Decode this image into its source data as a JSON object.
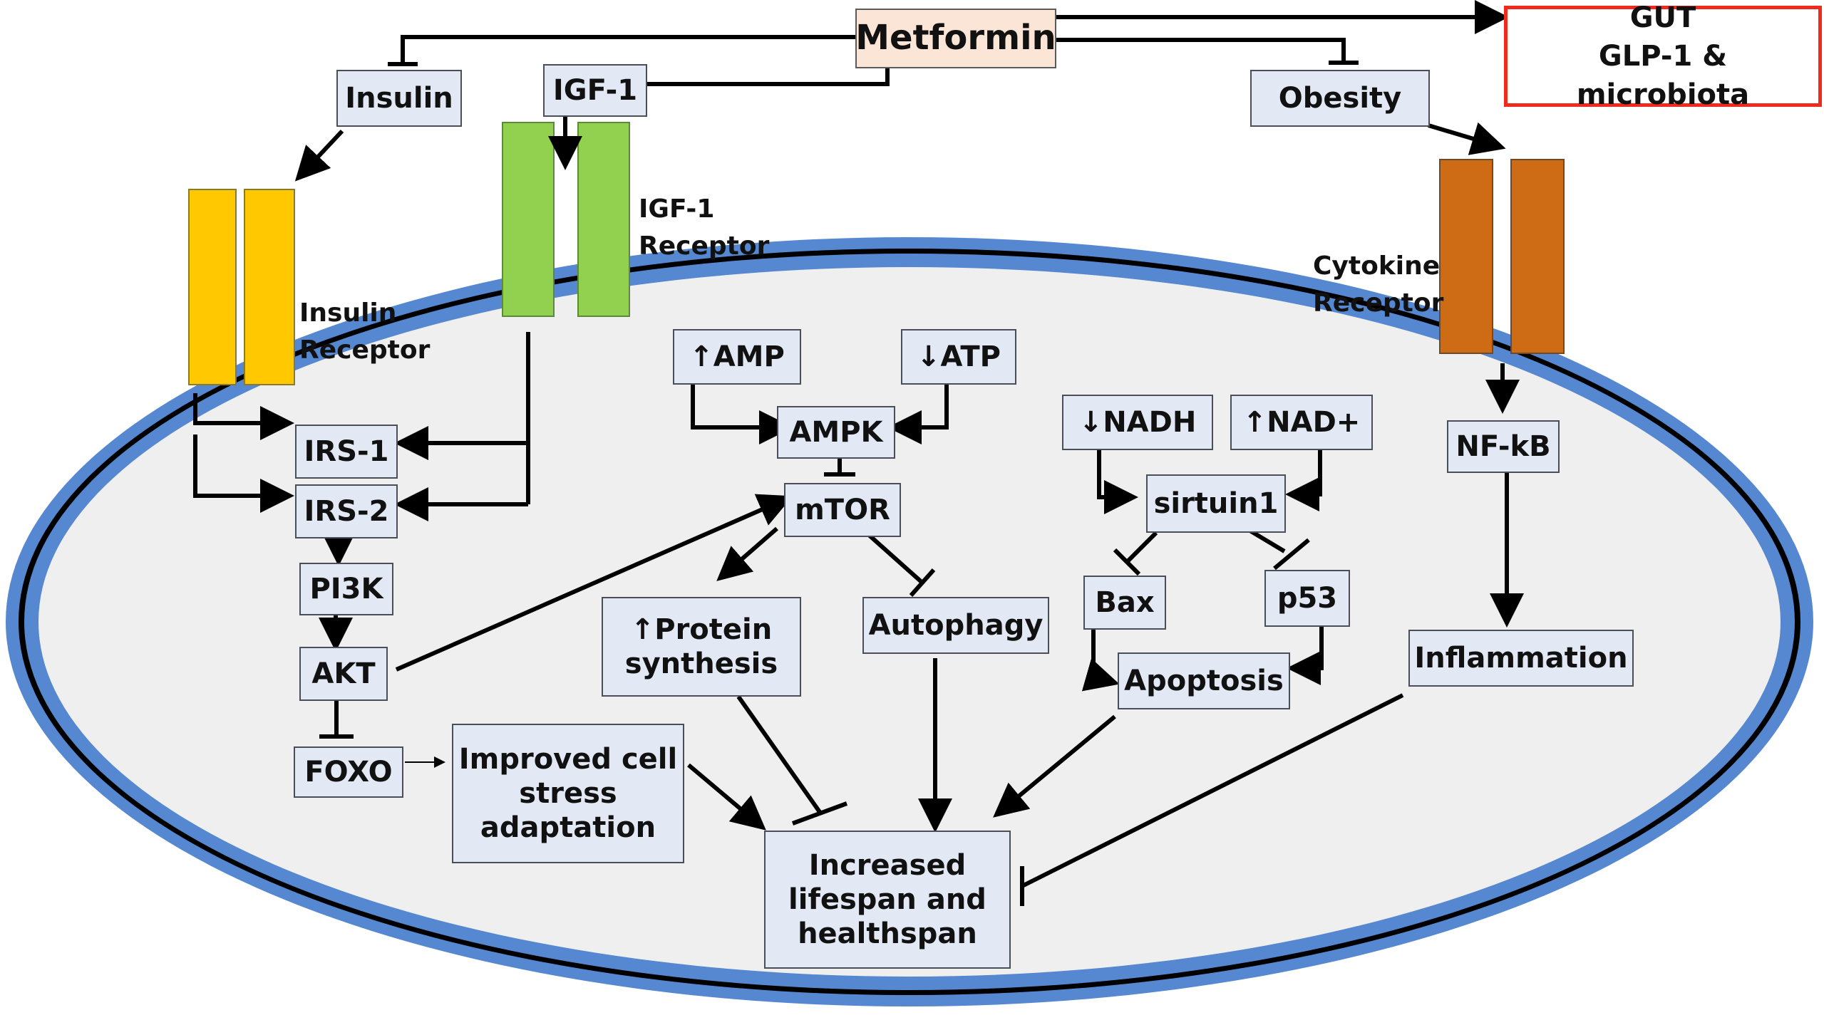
{
  "colors": {
    "cell_fill": "#efefef",
    "cell_outer_ring": "#5588d0",
    "cell_inner_ring": "#000000",
    "box_fill": "#e3e9f4",
    "metformin_fill": "#fbe5d6",
    "gut_border": "#ee2b1e",
    "insulin_receptor": "#ffc800",
    "igf1_receptor": "#92d050",
    "cytokine_receptor": "#cd6c14"
  },
  "nodes": {
    "metformin": "Metformin",
    "gut": "GUT\nGLP-1 & microbiota",
    "insulin": "Insulin",
    "igf1": "IGF-1",
    "obesity": "Obesity",
    "irs1": "IRS-1",
    "irs2": "IRS-2",
    "pi3k": "PI3K",
    "akt": "AKT",
    "foxo": "FOXO",
    "amp": "↑AMP",
    "atp": "↓ATP",
    "ampk": "AMPK",
    "mtor": "mTOR",
    "protein_synthesis": "↑Protein\nsynthesis",
    "autophagy": "Autophagy",
    "stress_adaptation": "Improved cell\nstress\nadaptation",
    "lifespan": "Increased\nlifespan and\nhealthspan",
    "nadh": "↓NADH",
    "nad": "↑NAD+",
    "sirtuin1": "sirtuin1",
    "bax": "Bax",
    "p53": "p53",
    "apoptosis": "Apoptosis",
    "nfkb": "NF-kB",
    "inflammation": "Inflammation"
  },
  "labels": {
    "insulin_receptor": "Insulin\nReceptor",
    "igf1_receptor": "IGF-1\nReceptor",
    "cytokine_receptor": "Cytokine\nReceptor"
  }
}
